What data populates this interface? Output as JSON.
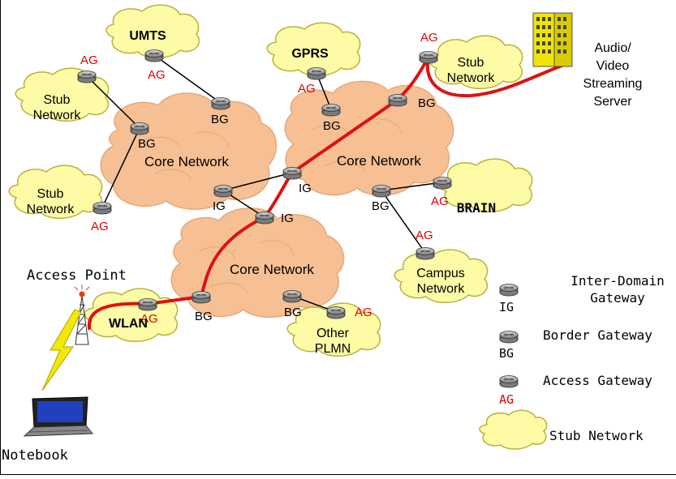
{
  "colors": {
    "core_cloud": "#f6c094",
    "core_cloud_stroke": "#e2a97c",
    "stub_cloud": "#fdfba6",
    "stub_cloud_stroke": "#b8b23c",
    "ag_label": "#e00000",
    "red_path": "#e01010",
    "router": "#a8a8a8",
    "lightning": "#f4e800",
    "laptop_screen": "#2040c0",
    "server": "#f0e400"
  },
  "labels": {
    "core_top_left": "Core Network",
    "core_top_right": "Core Network",
    "core_bottom": "Core Network",
    "stub_umts": "UMTS",
    "stub_gprs": "GPRS",
    "stub_top_right": "Stub\nNetwork",
    "stub_left_top": "Stub\nNetwork",
    "stub_left_bottom": "Stub\nNetwork",
    "stub_brain": "BRAIN",
    "stub_campus": "Campus\nNetwork",
    "stub_other_plmn": "Other\nPLMN",
    "stub_wlan": "WLAN",
    "server": "Audio/\nVideo\nStreaming\nServer",
    "access_point": "Access Point",
    "notebook": "Notebook"
  },
  "node_labels": {
    "ag": "AG",
    "bg": "BG",
    "ig": "IG"
  },
  "legend": {
    "items": [
      {
        "abbr": "IG",
        "label": "Inter-Domain\nGateway",
        "abbr_color": "#000000"
      },
      {
        "abbr": "BG",
        "label": "Border Gateway",
        "abbr_color": "#000000"
      },
      {
        "abbr": "AG",
        "label": "Access Gateway",
        "abbr_color": "#e00000"
      },
      {
        "abbr": "",
        "label": "Stub Network",
        "abbr_color": "#000000"
      }
    ]
  },
  "icons": {
    "router": "router-icon",
    "server": "server-building-icon",
    "antenna": "antenna-tower-icon",
    "lightning": "lightning-bolt-icon",
    "laptop": "laptop-icon"
  }
}
